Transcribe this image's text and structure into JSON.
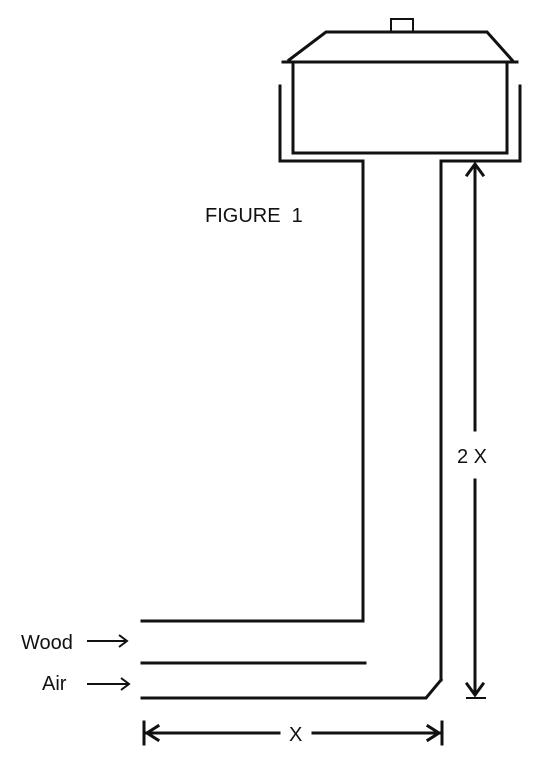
{
  "figure": {
    "title": "FIGURE  1"
  },
  "inputs": {
    "wood_label": "Wood",
    "air_label": "Air"
  },
  "dimensions": {
    "height_label": "2 X",
    "width_label": "X"
  },
  "colors": {
    "line": "#111111",
    "background": "#ffffff"
  }
}
